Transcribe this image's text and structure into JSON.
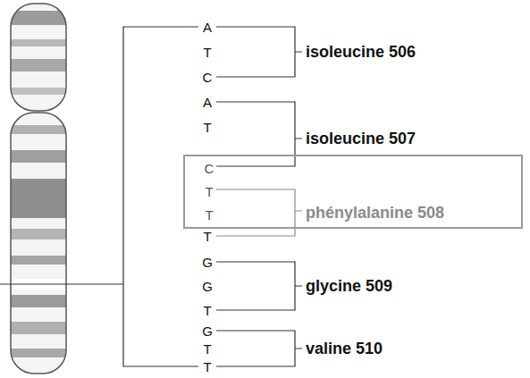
{
  "diagram": {
    "nodes": [
      {
        "text": [
          "C",
          "T",
          "T",
          "phénylalanine 508"
        ]
      }
    ],
    "labels": [
      "A",
      "T",
      "C",
      "isoleucine 506",
      "A",
      "T",
      "isoleucine 507",
      "T",
      "G",
      "G",
      "T",
      "glycine 509",
      "G",
      "T",
      "T",
      "valine 510"
    ]
  }
}
